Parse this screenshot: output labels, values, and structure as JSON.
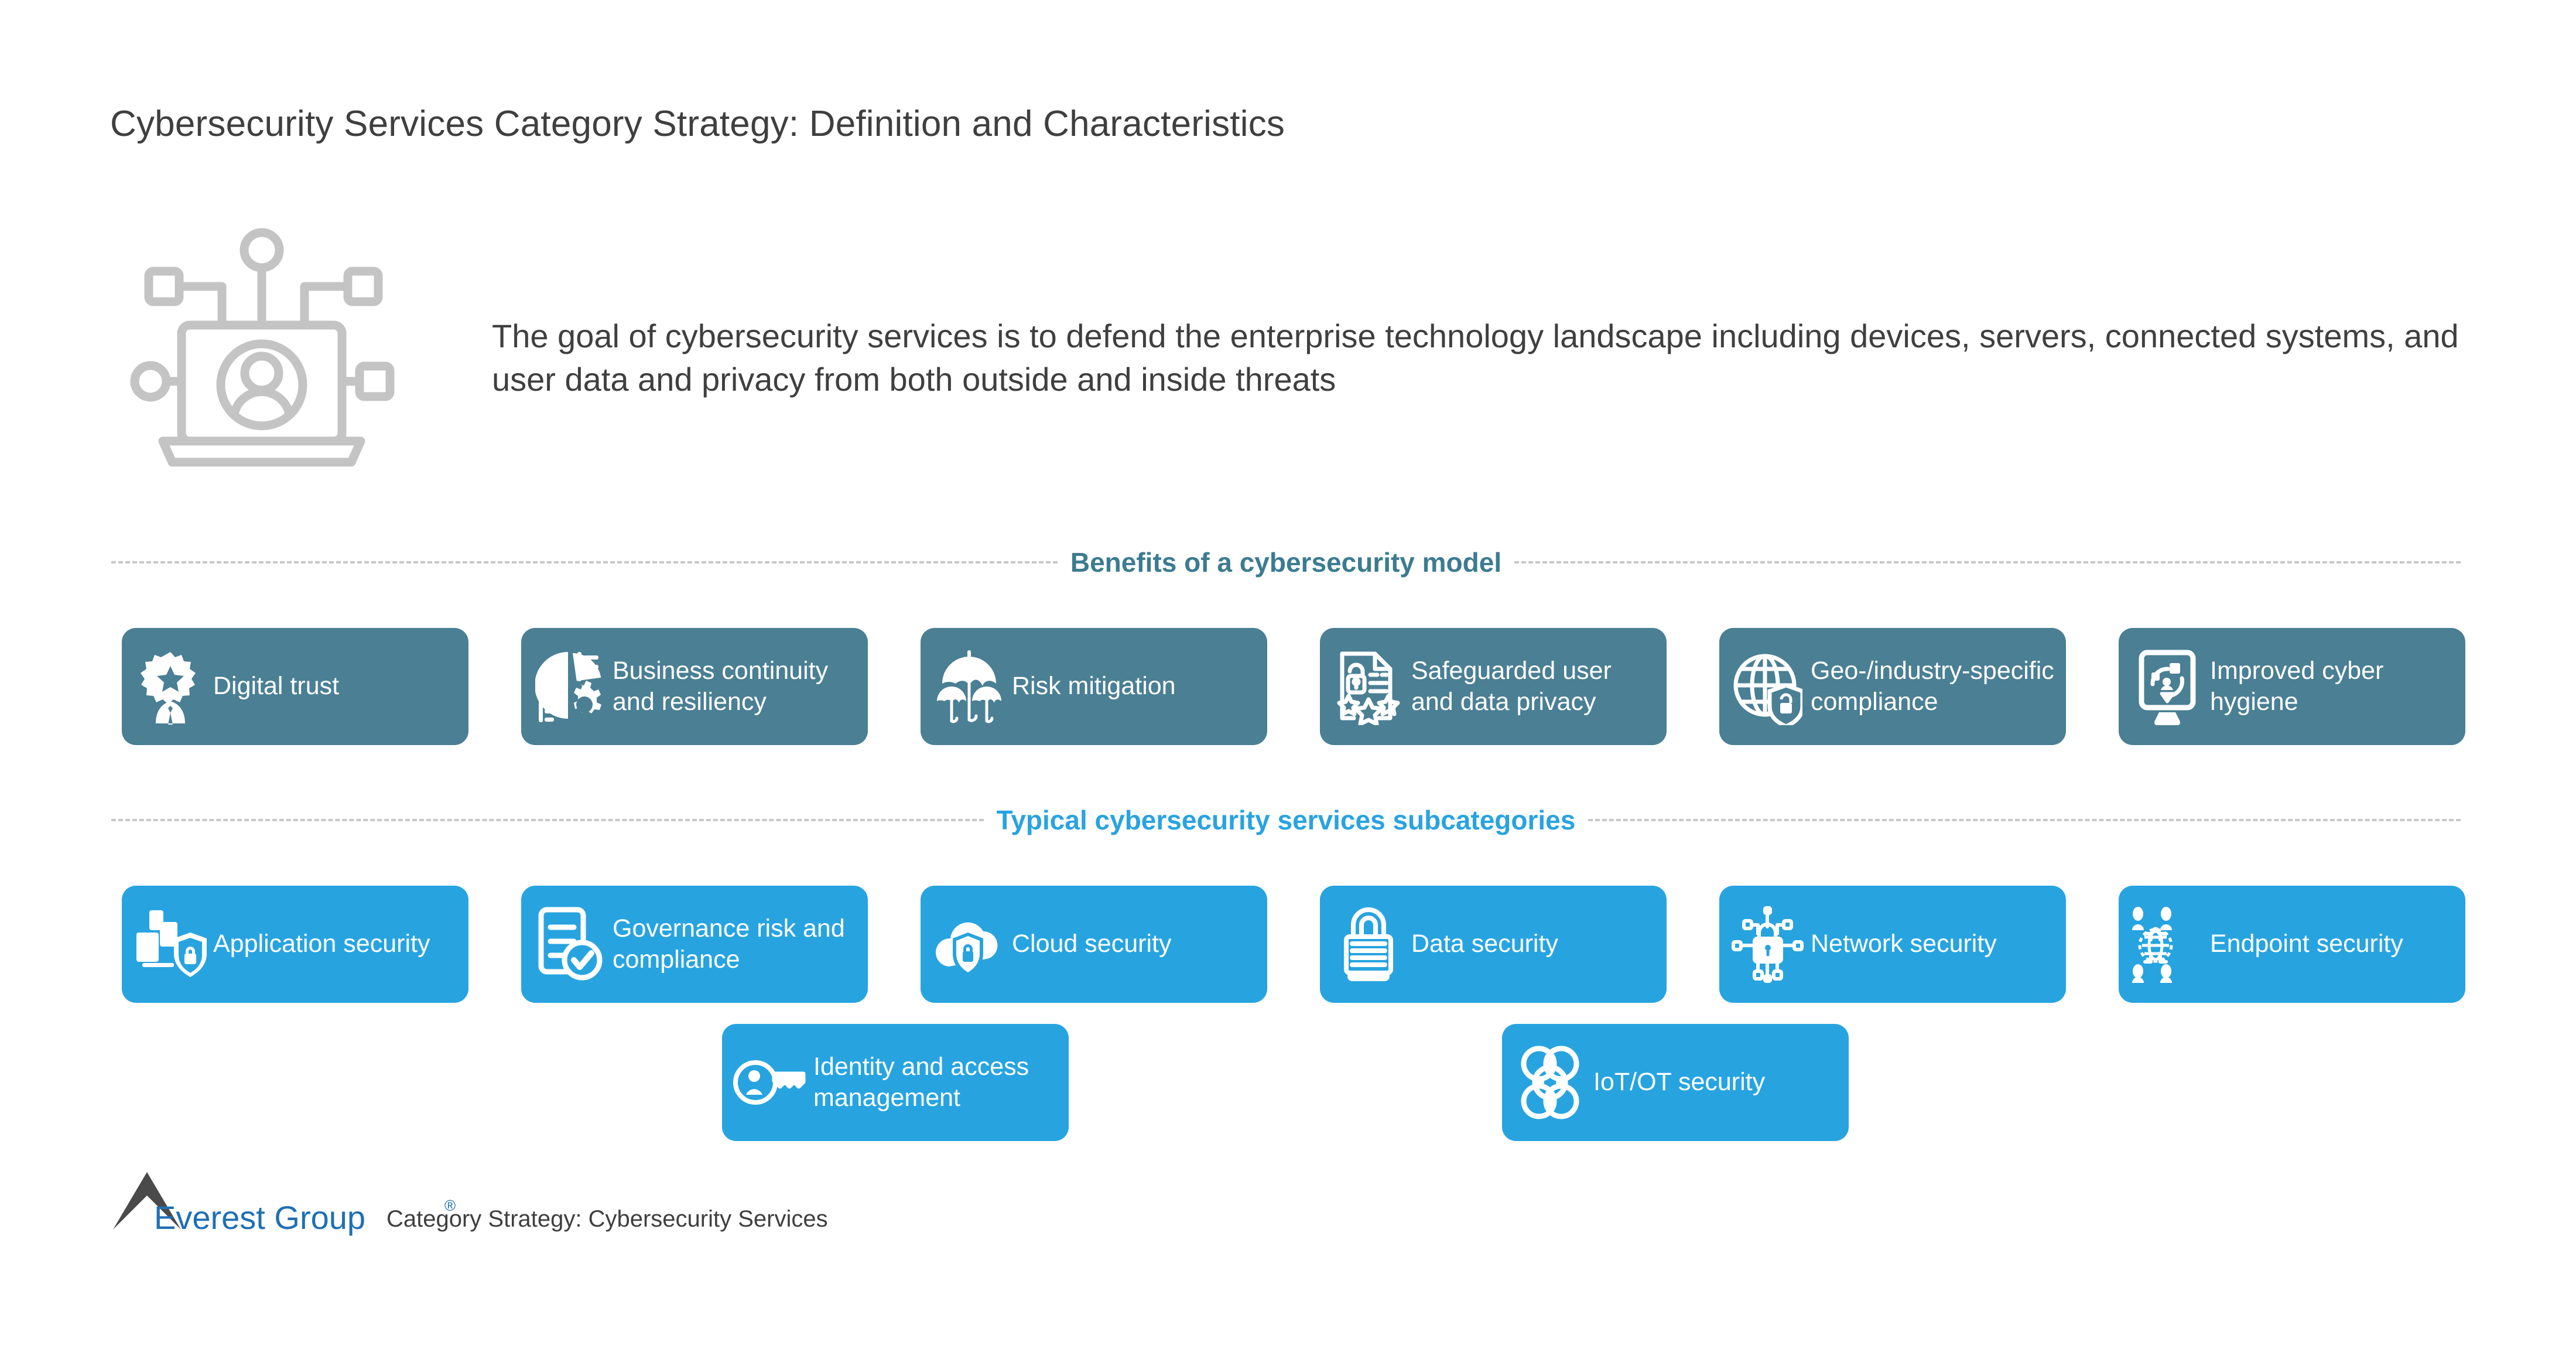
{
  "page": {
    "title": "Cybersecurity Services Category Strategy: Definition and Characteristics",
    "background_color": "#ffffff"
  },
  "hero": {
    "icon": "laptop-user-network-icon",
    "icon_color": "#c4c4c4",
    "description": "The goal of cybersecurity services is to defend the enterprise technology landscape including devices, servers, connected systems, and user data and privacy from both outside and inside threats"
  },
  "sections": [
    {
      "id": "benefits",
      "caption": "Benefits of a cybersecurity model",
      "caption_color": "#3c7b90",
      "card_color": "#4a7f94",
      "cards": [
        {
          "label": "Digital trust",
          "icon": "person-star-badge-icon"
        },
        {
          "label": "Business continuity and resiliency",
          "icon": "pie-chart-gear-icon"
        },
        {
          "label": "Risk mitigation",
          "icon": "umbrellas-icon"
        },
        {
          "label": "Safeguarded user and data privacy",
          "icon": "document-lock-stars-icon"
        },
        {
          "label": "Geo-/industry-specific compliance",
          "icon": "globe-shield-lock-icon"
        },
        {
          "label": "Improved cyber hygiene",
          "icon": "monitor-user-refresh-icon"
        }
      ]
    },
    {
      "id": "subcategories",
      "caption": "Typical cybersecurity services subcategories",
      "caption_color": "#29a3e0",
      "card_color": "#27a4e0",
      "cards": [
        {
          "label": "Application security",
          "icon": "devices-shield-lock-icon"
        },
        {
          "label": "Governance risk and compliance",
          "icon": "document-check-icon"
        },
        {
          "label": "Cloud security",
          "icon": "cloud-shield-lock-icon"
        },
        {
          "label": "Data security",
          "icon": "padlock-icon"
        },
        {
          "label": "Network security",
          "icon": "network-lock-nodes-icon"
        },
        {
          "label": "Endpoint security",
          "icon": "globe-users-endpoints-icon"
        },
        {
          "label": "Identity and access management",
          "icon": "key-user-icon"
        },
        {
          "label": "IoT/OT security",
          "icon": "iot-devices-cluster-icon"
        }
      ]
    }
  ],
  "footer": {
    "logo_name": "Everest Group",
    "logo_registered_mark": "®",
    "logo_color": "#1f6fb4",
    "caption": "Category Strategy: Cybersecurity Services"
  }
}
